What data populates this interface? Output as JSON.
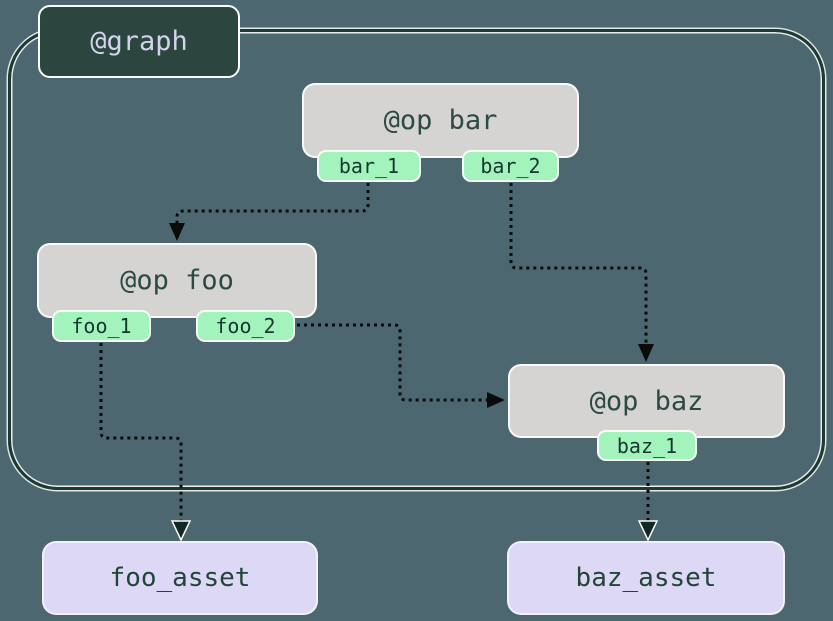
{
  "graph": {
    "label": "@graph"
  },
  "ops": [
    {
      "id": "bar",
      "label": "@op bar",
      "outputs": [
        {
          "label": "bar_1"
        },
        {
          "label": "bar_2"
        }
      ]
    },
    {
      "id": "foo",
      "label": "@op foo",
      "outputs": [
        {
          "label": "foo_1"
        },
        {
          "label": "foo_2"
        }
      ]
    },
    {
      "id": "baz",
      "label": "@op baz",
      "outputs": [
        {
          "label": "baz_1"
        }
      ]
    }
  ],
  "assets": [
    {
      "label": "foo_asset"
    },
    {
      "label": "baz_asset"
    }
  ],
  "edges": [
    {
      "from": "bar.bar_1",
      "to": "op foo",
      "style": "dotted-arrow"
    },
    {
      "from": "bar.bar_2",
      "to": "op baz",
      "style": "dotted-arrow"
    },
    {
      "from": "foo.foo_2",
      "to": "op baz",
      "style": "dotted-arrow"
    },
    {
      "from": "foo.foo_1",
      "to": "foo_asset",
      "style": "dotted-arrow"
    },
    {
      "from": "baz.baz_1",
      "to": "baz_asset",
      "style": "dotted-arrow"
    }
  ],
  "colors": {
    "background": "#4d6770",
    "boundary_line": "#1d3b33",
    "boundary_casing": "#fbfbfb",
    "graph_label_fill": "#2a463f",
    "graph_label_text": "#d6d1ef",
    "op_fill": "#d6d4d2",
    "op_text": "#2b4a42",
    "output_tag_fill": "#a3f3bc",
    "output_tag_text": "#173830",
    "asset_fill": "#dcd8f6",
    "asset_text": "#234439",
    "edge": "#0b0b0b"
  }
}
